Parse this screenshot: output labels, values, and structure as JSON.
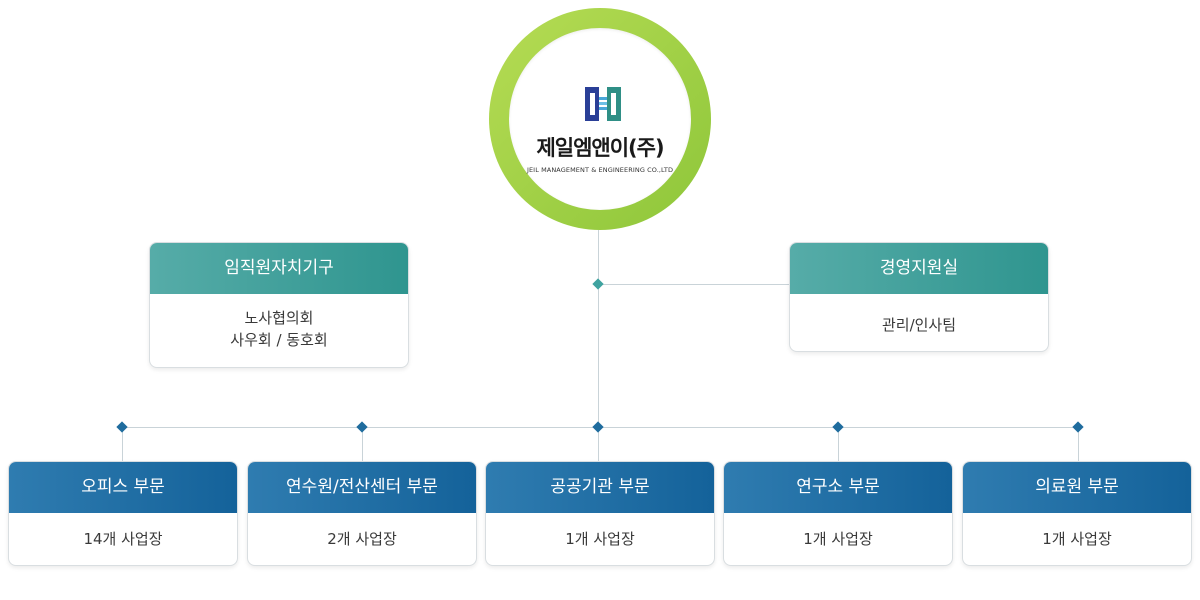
{
  "company": {
    "name": "제일엠앤이(주)",
    "name_en": "JEIL MANAGEMENT & ENGINEERING CO.,LTD",
    "ring_color": "#9ccf43",
    "logo_icon": "jeil-logo-icon"
  },
  "side_units": [
    {
      "title": "임직원자치기구",
      "items": [
        "노사협의회",
        "사우회 / 동호회"
      ]
    },
    {
      "title": "경영지원실",
      "items": [
        "관리/인사팀"
      ]
    }
  ],
  "divisions": [
    {
      "title": "오피스 부문",
      "detail": "14개 사업장"
    },
    {
      "title": "연수원/전산센터 부문",
      "detail": "2개 사업장"
    },
    {
      "title": "공공기관 부문",
      "detail": "1개 사업장"
    },
    {
      "title": "연구소 부문",
      "detail": "1개 사업장"
    },
    {
      "title": "의료원 부문",
      "detail": "1개 사업장"
    }
  ],
  "colors": {
    "teal": "#3fa3a0",
    "blue": "#1f6c9e",
    "connector": "#c9d3d8"
  }
}
